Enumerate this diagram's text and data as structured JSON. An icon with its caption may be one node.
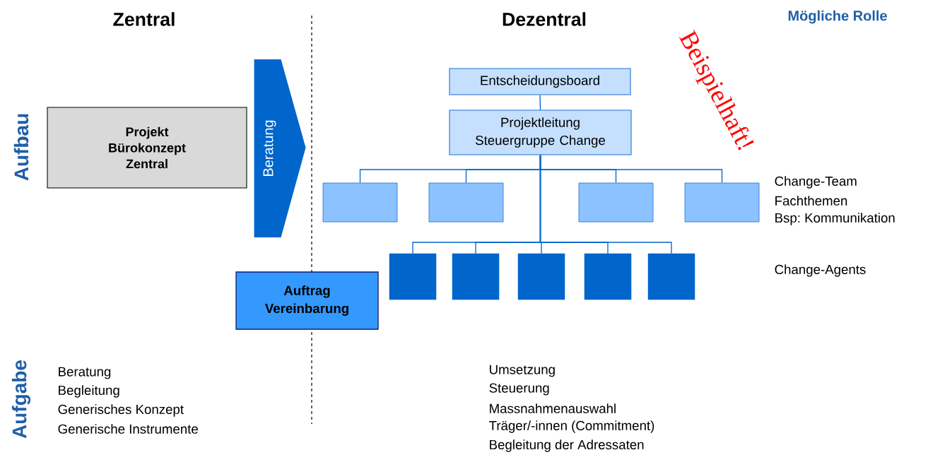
{
  "diagram": {
    "nodes": [
      {
        "text": [
          "Projekt Bürokonzept Zentral"
        ]
      },
      {
        "text": [
          "Auftrag Vereinbarung"
        ]
      },
      {
        "text": [
          "Entscheidungsboard"
        ]
      },
      {
        "text": [
          "Projektleitung Steuergruppe Change"
        ]
      },
      {
        "text": [],
        "shape": "box"
      },
      {
        "text": [],
        "shape": "box"
      },
      {
        "text": [],
        "shape": "box"
      },
      {
        "text": [],
        "shape": "box"
      },
      {
        "text": [],
        "shape": "box"
      },
      {
        "text": [],
        "shape": "box"
      },
      {
        "text": [],
        "shape": "box"
      },
      {
        "text": [],
        "shape": "box"
      },
      {
        "text": [],
        "shape": "box"
      }
    ],
    "edges": [
      {
        "from": 0,
        "to": null,
        "arrow": "to",
        "label": "Beratung",
        "style": "thick"
      },
      {
        "from": 2,
        "to": 3,
        "arrow": "none"
      },
      {
        "from": 3,
        "to": 4,
        "arrow": "none"
      },
      {
        "from": 3,
        "to": 5,
        "arrow": "none"
      },
      {
        "from": 3,
        "to": 6,
        "arrow": "none"
      },
      {
        "from": 3,
        "to": 7,
        "arrow": "none"
      },
      {
        "from": 3,
        "to": 8,
        "arrow": "none"
      },
      {
        "from": 3,
        "to": 9,
        "arrow": "none"
      },
      {
        "from": 3,
        "to": 10,
        "arrow": "none"
      },
      {
        "from": 3,
        "to": 11,
        "arrow": "none"
      },
      {
        "from": 3,
        "to": 12,
        "arrow": "none"
      }
    ],
    "labels": [
      "Zentral",
      "Dezentral",
      "Mögliche Rolle",
      "Beispielhaft!",
      "Aufbau",
      "Change-Team",
      "Fachthemen",
      "Bsp: Kommunikation",
      "Change-Agents",
      "Aufgabe",
      "Beratung",
      "Begleitung",
      "Generisches Konzept",
      "Generische Instrumente",
      "Umsetzung",
      "Steuerung",
      "Massnahmenauswahl",
      "Träger/-innen (Commitment)",
      "Begleitung der Adressaten"
    ]
  }
}
